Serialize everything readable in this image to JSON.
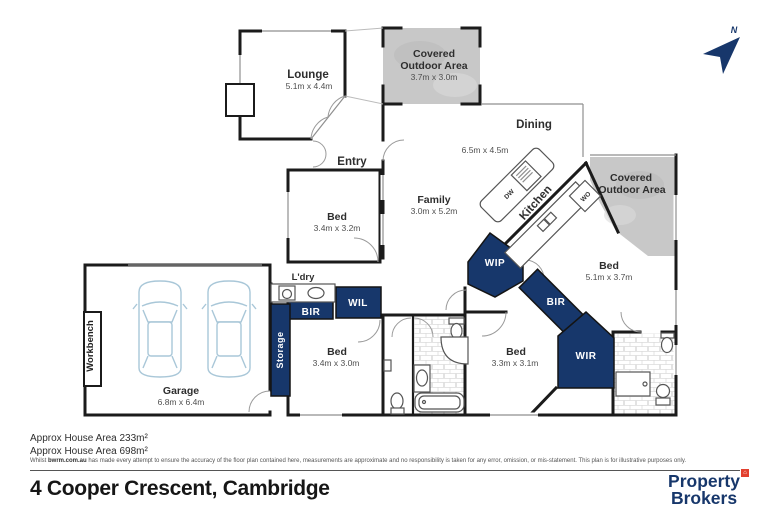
{
  "plan": {
    "north": "N",
    "rooms": {
      "lounge": {
        "name": "Lounge",
        "dims": "5.1m x 4.4m"
      },
      "outdoor_top": {
        "line1": "Covered",
        "line2": "Outdoor Area",
        "dims": "3.7m x 3.0m"
      },
      "outdoor_right": {
        "line1": "Covered",
        "line2": "Outdoor Area"
      },
      "dining": {
        "name": "Dining",
        "dims": "6.5m x 4.5m"
      },
      "family": {
        "name": "Family",
        "dims": "3.0m x 5.2m"
      },
      "kitchen": {
        "name": "Kitchen"
      },
      "entry": {
        "name": "Entry"
      },
      "bed_upper": {
        "name": "Bed",
        "dims": "3.4m x 3.2m"
      },
      "bed_right": {
        "name": "Bed",
        "dims": "5.1m x 3.7m"
      },
      "bed_center": {
        "name": "Bed",
        "dims": "3.3m x 3.1m"
      },
      "bed_lower_left": {
        "name": "Bed",
        "dims": "3.4m x 3.0m"
      },
      "garage": {
        "name": "Garage",
        "dims": "6.8m x 6.4m"
      },
      "laundry": {
        "name": "L'dry"
      }
    },
    "labels": {
      "wip": "WIP",
      "wir": "WIR",
      "wil": "WIL",
      "bir_left": "BIR",
      "bir_right": "BIR",
      "storage": "Storage",
      "workbench": "Workbench",
      "dw": "DW",
      "wo": "WO"
    }
  },
  "footer": {
    "area_line1": "Approx House Area 233m²",
    "area_line2": "Approx House Area 698m²",
    "disclaimer": {
      "prefix": "Whilst ",
      "bold": "bwrm.com.au",
      "rest": " has made every attempt to ensure the accuracy of the floor plan contained here, measurements are approximate and no responsibility is taken for any error, omission, or mis-statement. This plan is for illustrative purposes only."
    }
  },
  "address": "4 Cooper Crescent, Cambridge",
  "brand": {
    "line1": "Property",
    "line2": "Brokers",
    "mark": "⌂"
  },
  "colors": {
    "navy": "#17376b",
    "wall": "#1b1b1b",
    "outdoor_gray": "#c8c8c8",
    "car_outline": "#a9c7d8",
    "brand_red": "#e2402f"
  }
}
